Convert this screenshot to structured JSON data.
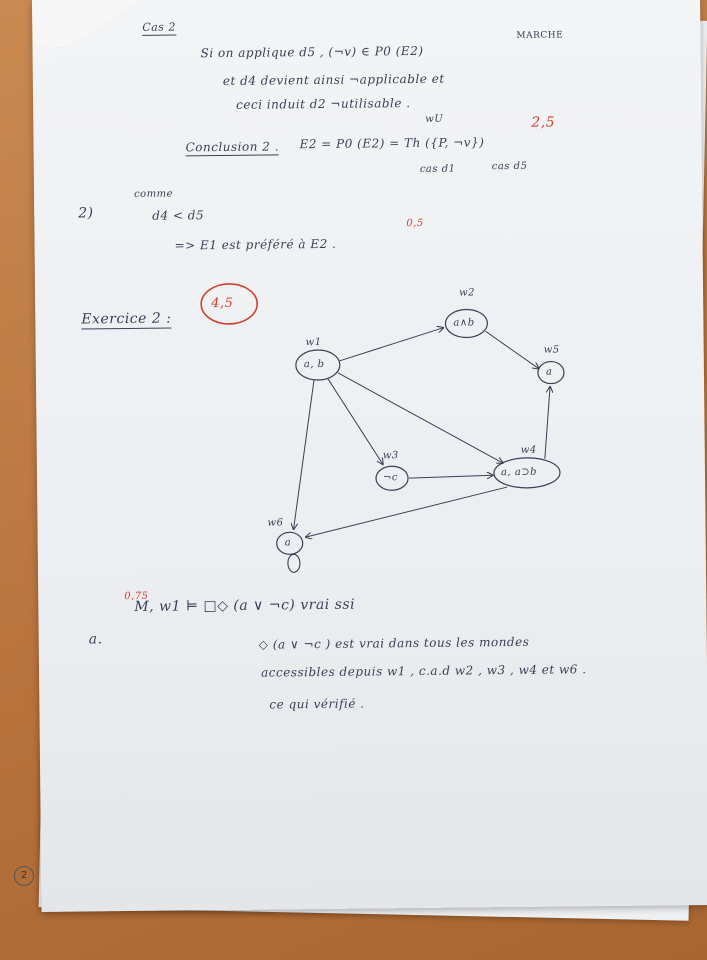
{
  "header": {
    "case_label": "Cas 2",
    "corner_text": "MARCHE",
    "line1": "Si on applique d5    , (¬v) ∈ P0 (E2)",
    "line2": "et d4 devient ainsi ¬applicable et",
    "line3": "ceci induit d2 ¬utilisable .",
    "conclusion_label": "Conclusion 2 .",
    "conclusion_formula": "E2 = P0 (E2) = Th ({P, ¬v})",
    "wu_above": "wU",
    "cas_d1": "cas d1",
    "cas_d5": "cas d5",
    "score_1": "2,5"
  },
  "part2": {
    "number": "2)",
    "comme": "comme",
    "relation": "d4 < d5",
    "implication": "=> E1 est préféré à E2 .",
    "score": "0,5"
  },
  "exercise": {
    "title": "Exercice 2 :",
    "score": "4,5",
    "graph": {
      "nodes": [
        {
          "id": "w1",
          "name": "w1",
          "label": "a, b"
        },
        {
          "id": "w2",
          "name": "w2",
          "label": "a∧b"
        },
        {
          "id": "w3",
          "name": "w3",
          "label": "¬c"
        },
        {
          "id": "w4",
          "name": "w4",
          "label": "a, a⊃b"
        },
        {
          "id": "w5",
          "name": "w5",
          "label": "a"
        },
        {
          "id": "w6",
          "name": "w6",
          "label": "a"
        }
      ],
      "edges": [
        [
          "w1",
          "w2"
        ],
        [
          "w2",
          "w5"
        ],
        [
          "w1",
          "w3"
        ],
        [
          "w1",
          "w4"
        ],
        [
          "w1",
          "w6"
        ],
        [
          "w3",
          "w4"
        ],
        [
          "w4",
          "w5"
        ],
        [
          "w4",
          "w6"
        ],
        [
          "w6",
          "w6"
        ]
      ]
    },
    "answer": {
      "score": "0,75",
      "item": "a.",
      "line1": "M, w1 ⊨ □◇ (a ∨ ¬c)   vrai  ssi",
      "line2": "◇ (a ∨ ¬c ) est vrai dans tous les mondes",
      "line3": "accessibles depuis w1 , c.a.d w2 , w3 , w4 et w6 .",
      "line4": "ce qui vérifié ."
    }
  },
  "footer": {
    "page_number": "2"
  }
}
